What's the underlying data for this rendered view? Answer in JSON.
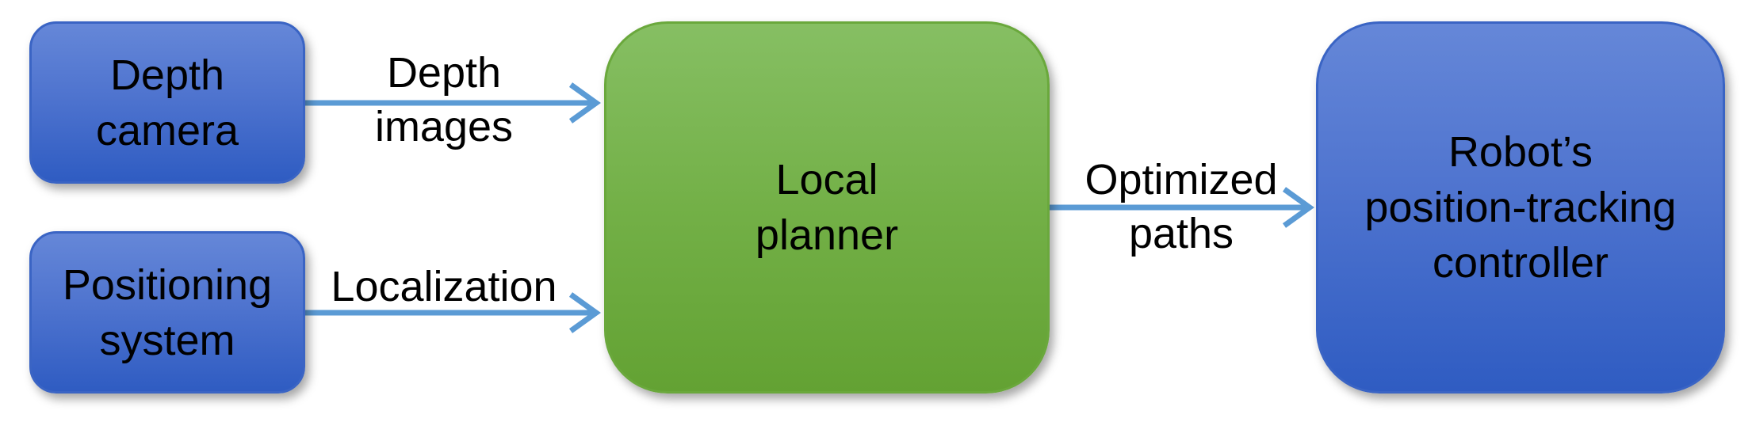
{
  "colors": {
    "source_box": "#4f74cf",
    "planner_box": "#73b047",
    "arrow": "#5b9bd5",
    "text": "#000000"
  },
  "nodes": {
    "depth_camera": {
      "line1": "Depth",
      "line2": "camera"
    },
    "positioning_system": {
      "line1": "Positioning",
      "line2": "system"
    },
    "local_planner": {
      "line1": "Local",
      "line2": "planner"
    },
    "robot_controller": {
      "line1": "Robot’s",
      "line2": "position-tracking",
      "line3": "controller"
    }
  },
  "edges": {
    "depth_images": {
      "line1": "Depth",
      "line2": "images"
    },
    "localization": {
      "line1": "Localization"
    },
    "optimized_paths": {
      "line1": "Optimized",
      "line2": "paths"
    }
  }
}
